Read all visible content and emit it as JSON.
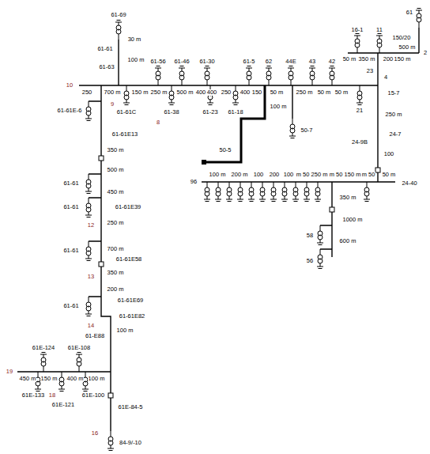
{
  "diagram": {
    "labels": [
      "61",
      "150/20",
      "16-1",
      "11",
      "61-69",
      "30 m",
      "61-61",
      "100 m",
      "61-63",
      "61-56",
      "61-46",
      "61-30",
      "61-5",
      "62",
      "44E",
      "43",
      "42",
      "50 m",
      "350 m",
      "200",
      "150 m",
      "500 m",
      "2",
      "23",
      "10",
      "250",
      "700 m",
      "150 m",
      "250 m",
      "500 m",
      "400",
      "400",
      "250",
      "400",
      "150",
      "50 m",
      "250 m",
      "50 m",
      "50 m",
      "4",
      "15-7",
      "61-61E-6",
      "9",
      "61-61C",
      "61-38",
      "61-23",
      "61-18",
      "21",
      "100 m",
      "250 m",
      "8",
      "50-7",
      "24-7",
      "61-61E13",
      "24-9B",
      "50-5",
      "350 m",
      "100",
      "500 m",
      "61-61",
      "96",
      "100 m",
      "200 m",
      "100",
      "200",
      "100",
      "m 50",
      "250 m",
      "m 50",
      "150 m",
      "m 50",
      "50 m",
      "24-40",
      "450 m",
      "350 m",
      "61-61",
      "12",
      "61-61E39",
      "1000 m",
      "250 m",
      "58",
      "600 m",
      "61-61",
      "700 m",
      "56",
      "61-61E58",
      "13",
      "350 m",
      "200 m",
      "61-61E69",
      "61-61",
      "14",
      "61-61E82",
      "100 m",
      "61-E88",
      "61E-124",
      "61E-108",
      "19",
      "450 m",
      "150 m",
      "400 m",
      "100 m",
      "61E-133",
      "18",
      "61E-121",
      "61E-100",
      "61E-84-5",
      "16",
      "84-9/-10"
    ]
  }
}
